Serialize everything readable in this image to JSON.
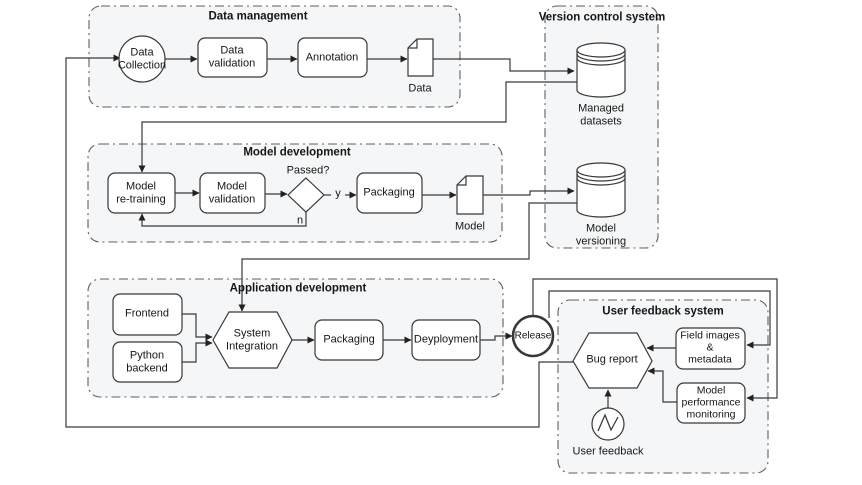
{
  "figure": {
    "groups": {
      "data_management": {
        "title": "Data management"
      },
      "version_control_system": {
        "title": "Version control system"
      },
      "model_development": {
        "title": "Model development"
      },
      "application_development": {
        "title": "Application development"
      },
      "user_feedback_system": {
        "title": "User feedback system"
      }
    },
    "nodes": {
      "data_collection": "Data\nCollection",
      "data_validation": "Data\nvalidation",
      "annotation": "Annotation",
      "data_artifact": "Data",
      "managed_datasets": "Managed\ndatasets",
      "model_versioning": "Model\nversioning",
      "model_retraining": "Model\nre-training",
      "model_validation": "Model\nvalidation",
      "passed_decision": "Passed?",
      "model_packaging": "Packaging",
      "model_artifact": "Model",
      "frontend": "Frontend",
      "python_backend": "Python\nbackend",
      "system_integration": "System\nIntegration",
      "app_packaging": "Packaging",
      "deployment": "Deyployment",
      "release": "Release",
      "bug_report": "Bug report",
      "field_images": "Field images\n&\nmetadata",
      "model_performance": "Model\nperformance\nmonitoring",
      "user_feedback": "User feedback"
    },
    "edge_labels": {
      "yes": "y",
      "no": "n"
    },
    "edges": [
      {
        "from": "data_collection",
        "to": "data_validation"
      },
      {
        "from": "data_validation",
        "to": "annotation"
      },
      {
        "from": "annotation",
        "to": "data_artifact"
      },
      {
        "from": "data_artifact",
        "to": "managed_datasets"
      },
      {
        "from": "managed_datasets",
        "to": "model_retraining"
      },
      {
        "from": "model_retraining",
        "to": "model_validation"
      },
      {
        "from": "model_validation",
        "to": "passed_decision"
      },
      {
        "from": "passed_decision",
        "to": "model_packaging",
        "label": "y"
      },
      {
        "from": "passed_decision",
        "to": "model_retraining",
        "label": "n"
      },
      {
        "from": "model_packaging",
        "to": "model_artifact"
      },
      {
        "from": "model_artifact",
        "to": "model_versioning"
      },
      {
        "from": "model_versioning",
        "to": "system_integration"
      },
      {
        "from": "frontend",
        "to": "system_integration"
      },
      {
        "from": "python_backend",
        "to": "system_integration"
      },
      {
        "from": "system_integration",
        "to": "app_packaging"
      },
      {
        "from": "app_packaging",
        "to": "deployment"
      },
      {
        "from": "deployment",
        "to": "release"
      },
      {
        "from": "release",
        "to": "field_images"
      },
      {
        "from": "release",
        "to": "model_performance"
      },
      {
        "from": "field_images",
        "to": "bug_report"
      },
      {
        "from": "model_performance",
        "to": "bug_report"
      },
      {
        "from": "user_feedback",
        "to": "bug_report"
      },
      {
        "from": "bug_report",
        "to": "data_collection"
      }
    ],
    "colors": {
      "background": "#ffffff",
      "group_fill": "#f5f6f7",
      "group_border": "#5f5f5f",
      "node_fill": "#ffffff",
      "line": "#3a3a3a",
      "text": "#161616"
    }
  }
}
